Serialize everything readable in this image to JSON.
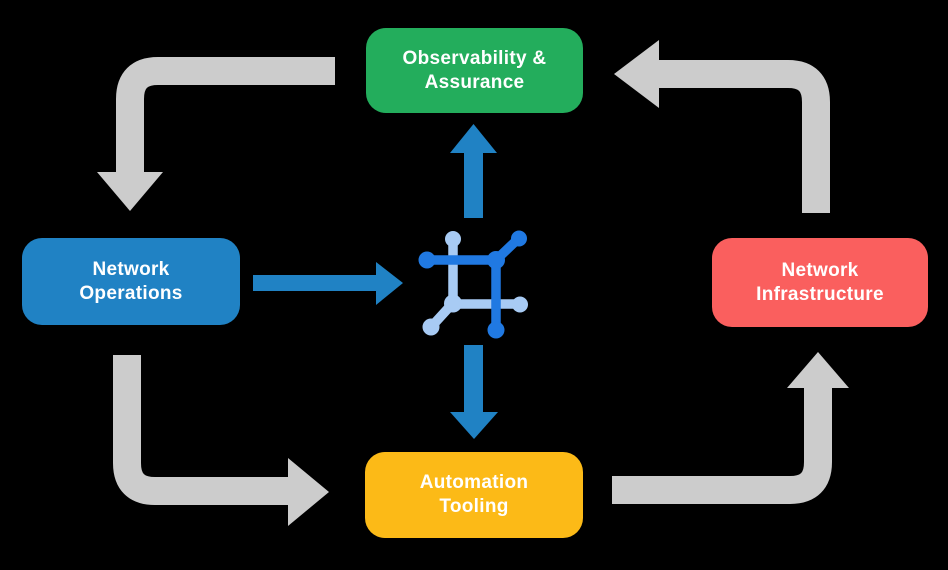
{
  "colors": {
    "background": "#000000",
    "text": "#ffffff",
    "arrow-gray": "#cccccc",
    "arrow-blue": "#2082c4",
    "icon-dark": "#2079e2",
    "icon-light": "#a8cbf4",
    "observability": "#23ad5c",
    "operations": "#2082c4",
    "infrastructure": "#fa5f5e",
    "automation": "#fcba17"
  },
  "diagram": {
    "nodes": {
      "observability": {
        "label": "Observability & Assurance",
        "lines": [
          "Observability &",
          "Assurance"
        ]
      },
      "operations": {
        "label": "Network Operations",
        "lines": [
          "Network",
          "Operations"
        ]
      },
      "infrastructure": {
        "label": "Network Infrastructure",
        "lines": [
          "Network",
          "Infrastructure"
        ]
      },
      "automation": {
        "label": "Automation Tooling",
        "lines": [
          "Automation",
          "Tooling"
        ]
      }
    },
    "center_icon": "network-core-icon"
  }
}
